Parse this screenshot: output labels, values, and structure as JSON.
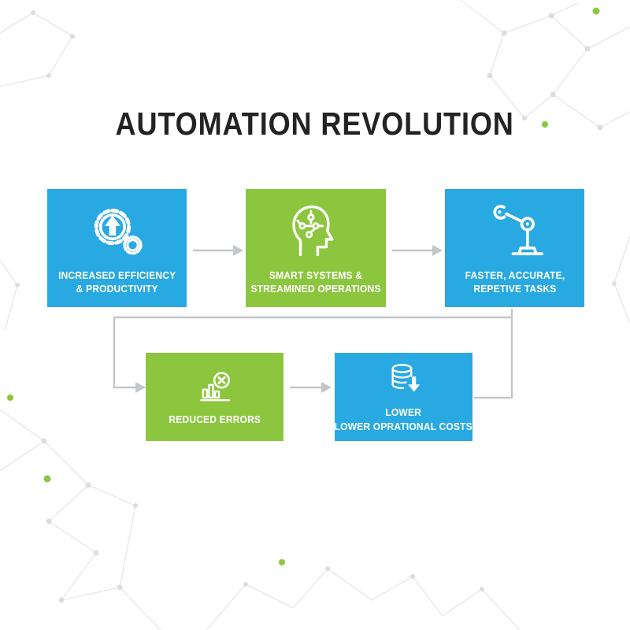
{
  "title": "AUTOMATION REVOLUTION",
  "colors": {
    "blue": "#29A9E1",
    "green": "#8CC63F",
    "connector": "#c3c7ca",
    "title": "#232323"
  },
  "boxes": [
    {
      "id": "efficiency",
      "color": "blue",
      "icon": "gear-up-arrow-icon",
      "lines": [
        "INCREASED EFFICIENCY",
        "& PRODUCTIVITY"
      ]
    },
    {
      "id": "smart",
      "color": "green",
      "icon": "brain-circuit-icon",
      "lines": [
        "SMART SYSTEMS &",
        "STREAMINED OPERATIONS"
      ]
    },
    {
      "id": "tasks",
      "color": "blue",
      "icon": "robot-arm-icon",
      "lines": [
        "FASTER, ACCURATE,",
        "REPETIVE TASKS"
      ]
    },
    {
      "id": "errors",
      "color": "green",
      "icon": "error-chart-icon",
      "lines": [
        "REDUCED ERRORS",
        ""
      ]
    },
    {
      "id": "costs",
      "color": "blue",
      "icon": "database-down-icon",
      "lines": [
        "LOWER",
        "LOWER OPRATIONAL COSTS"
      ]
    }
  ]
}
